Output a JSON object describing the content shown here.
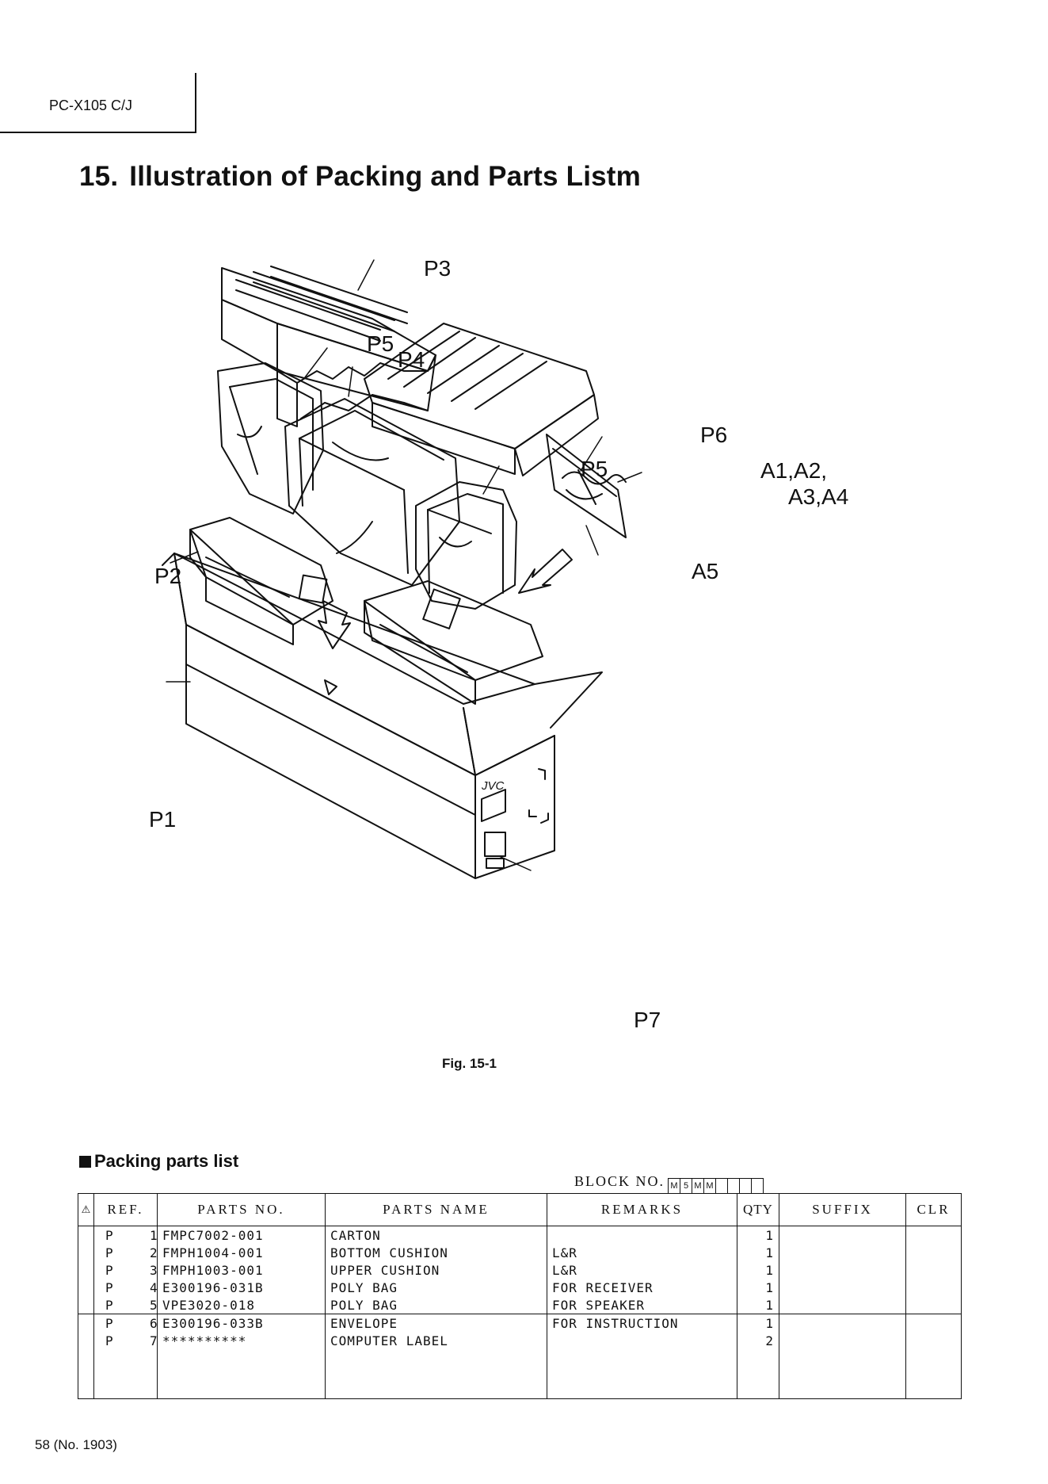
{
  "header": {
    "model": "PC-X105 C/J"
  },
  "title": {
    "number": "15.",
    "text": "Illustration of Packing and Parts Listm"
  },
  "figure": {
    "callouts": [
      "P3",
      "P5",
      "P4",
      "P6",
      "P5",
      "A1,A2,",
      "A3,A4",
      "A5",
      "P2",
      "P1",
      "P7"
    ],
    "carton_brand": "JVC",
    "caption": "Fig. 15-1"
  },
  "section": {
    "title": "Packing parts list"
  },
  "block": {
    "label": "BLOCK NO.",
    "codes": [
      "M",
      "5",
      "M",
      "M",
      "",
      "",
      "",
      ""
    ]
  },
  "table": {
    "headers": [
      "⚠",
      "REF.",
      "PARTS NO.",
      "PARTS NAME",
      "REMARKS",
      "QTY",
      "SUFFIX",
      "CLR"
    ],
    "rows": [
      {
        "ref_prefix": "P",
        "ref_num": "1",
        "parts_no": "FMPC7002-001",
        "name": "CARTON",
        "remarks": "",
        "qty": "1"
      },
      {
        "ref_prefix": "P",
        "ref_num": "2",
        "parts_no": "FMPH1004-001",
        "name": "BOTTOM CUSHION",
        "remarks": "L&R",
        "qty": "1"
      },
      {
        "ref_prefix": "P",
        "ref_num": "3",
        "parts_no": "FMPH1003-001",
        "name": "UPPER CUSHION",
        "remarks": "L&R",
        "qty": "1"
      },
      {
        "ref_prefix": "P",
        "ref_num": "4",
        "parts_no": "E300196-031B",
        "name": "POLY BAG",
        "remarks": "FOR RECEIVER",
        "qty": "1"
      },
      {
        "ref_prefix": "P",
        "ref_num": "5",
        "parts_no": "VPE3020-018",
        "name": "POLY BAG",
        "remarks": "FOR SPEAKER",
        "qty": "1"
      },
      {
        "ref_prefix": "P",
        "ref_num": "6",
        "parts_no": "E300196-033B",
        "name": "ENVELOPE",
        "remarks": "FOR INSTRUCTION",
        "qty": "1"
      },
      {
        "ref_prefix": "P",
        "ref_num": "7",
        "parts_no": "**********",
        "name": "COMPUTER LABEL",
        "remarks": "",
        "qty": "2"
      }
    ]
  },
  "footer": {
    "page": "58 (No. 1903)"
  }
}
